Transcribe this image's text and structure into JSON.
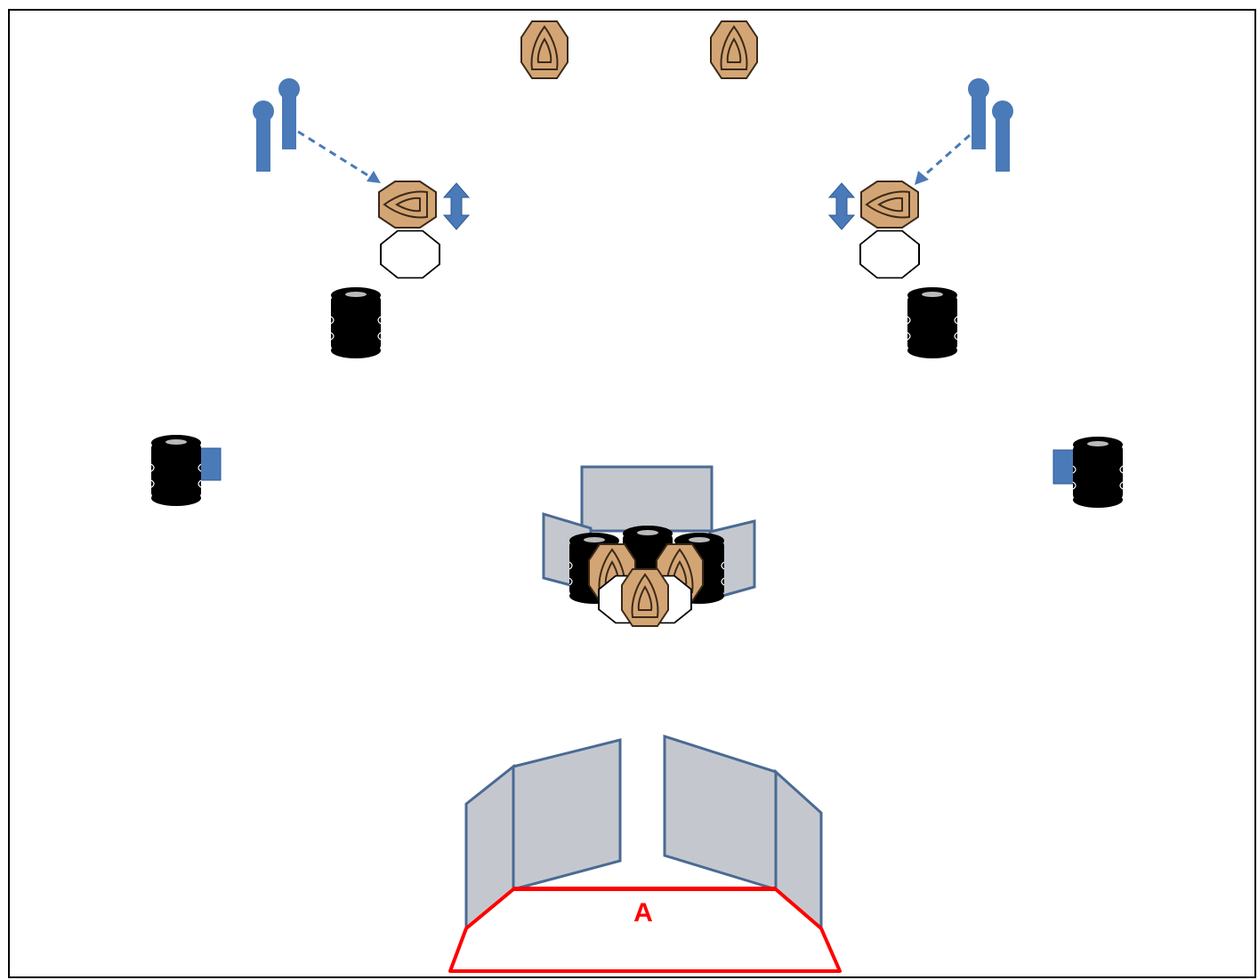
{
  "diagram": {
    "shooting_box_label": "A",
    "colors": {
      "target_fill": "#d4a574",
      "target_stroke": "#3a2a1a",
      "no_shoot_fill": "#ffffff",
      "barrel_fill": "#000000",
      "wall_fill": "#c4c8ce",
      "wall_stroke": "#4a6a94",
      "activator_fill": "#4a7ab8",
      "box_stroke": "#ff0000"
    },
    "elements": {
      "paper_targets": 7,
      "swinging_targets": 2,
      "no_shoot_targets": 4,
      "barrels": 7,
      "activators": 4
    }
  }
}
